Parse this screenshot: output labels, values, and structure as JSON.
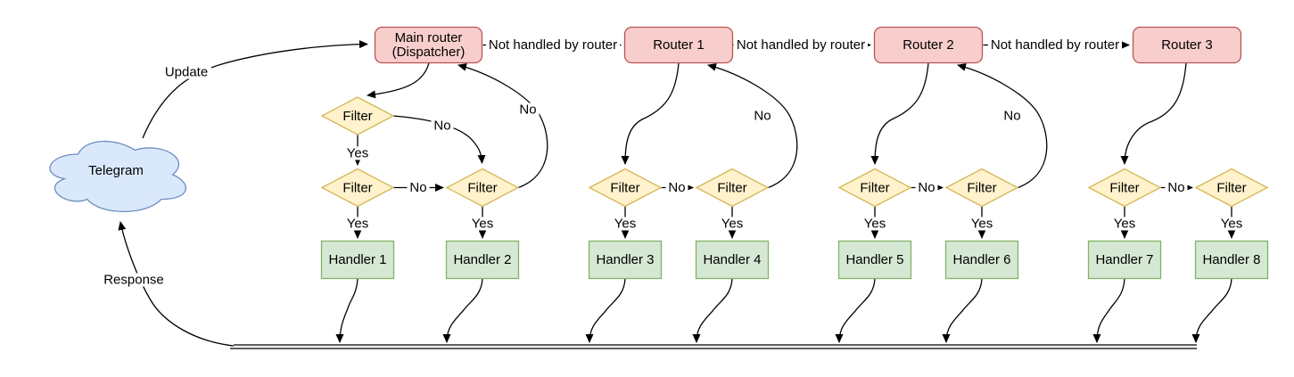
{
  "cloud": {
    "label": "Telegram"
  },
  "dispatcher": {
    "line1": "Main router",
    "line2": "(Dispatcher)"
  },
  "routers": [
    "Router 1",
    "Router 2",
    "Router 3"
  ],
  "handlers": [
    "Handler 1",
    "Handler 2",
    "Handler 3",
    "Handler 4",
    "Handler 5",
    "Handler 6",
    "Handler 7",
    "Handler 8"
  ],
  "labels": {
    "filter": "Filter",
    "yes": "Yes",
    "no": "No",
    "not_handled": "Not handled by router",
    "update": "Update",
    "response": "Response"
  },
  "colors": {
    "page-bg": "#ffffff",
    "edge-color": "#000000",
    "text-color": "#000000",
    "cloud-fill": "#dae8fc",
    "cloud-stroke": "#6c8ebf",
    "router-fill": "#f8cecc",
    "router-stroke": "#b85450",
    "filter-fill": "#fff2cc",
    "filter-stroke": "#d6b656",
    "handler-fill": "#d5e8d4",
    "handler-stroke": "#82b366"
  }
}
